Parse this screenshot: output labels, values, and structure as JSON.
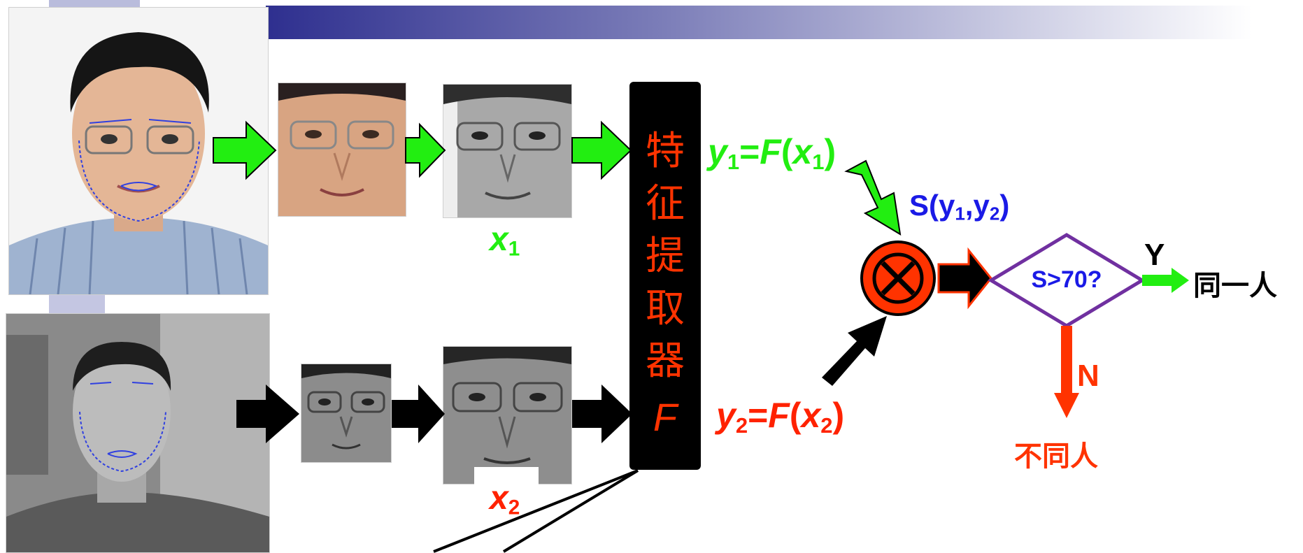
{
  "extractor": {
    "chars": [
      "特",
      "征",
      "提",
      "取",
      "器"
    ],
    "symbol": "F"
  },
  "equations": {
    "y1": {
      "var": "y",
      "sub": "1",
      "eq": "=",
      "func": "F",
      "lp": "(",
      "arg": "x",
      "argsub": "1",
      "rp": ")"
    },
    "y2": {
      "var": "y",
      "sub": "2",
      "eq": "=",
      "func": "F",
      "lp": "(",
      "arg": "x",
      "argsub": "2",
      "rp": ")"
    }
  },
  "labels": {
    "x1": {
      "var": "x",
      "sub": "1"
    },
    "x2": {
      "var": "x",
      "sub": "2"
    }
  },
  "similarity": {
    "head": "S(y",
    "s1": "1",
    "comma": ",y",
    "s2": "2",
    "tail": ")"
  },
  "decision": {
    "text": "S>70?",
    "yes": "Y",
    "no": "N"
  },
  "results": {
    "same": "同一人",
    "different": "不同人"
  },
  "colors": {
    "green": "#22ee11",
    "red": "#ff2200",
    "orange": "#ff3300",
    "blue": "#1a1ae6",
    "purple": "#7030a0",
    "black": "#000000"
  }
}
